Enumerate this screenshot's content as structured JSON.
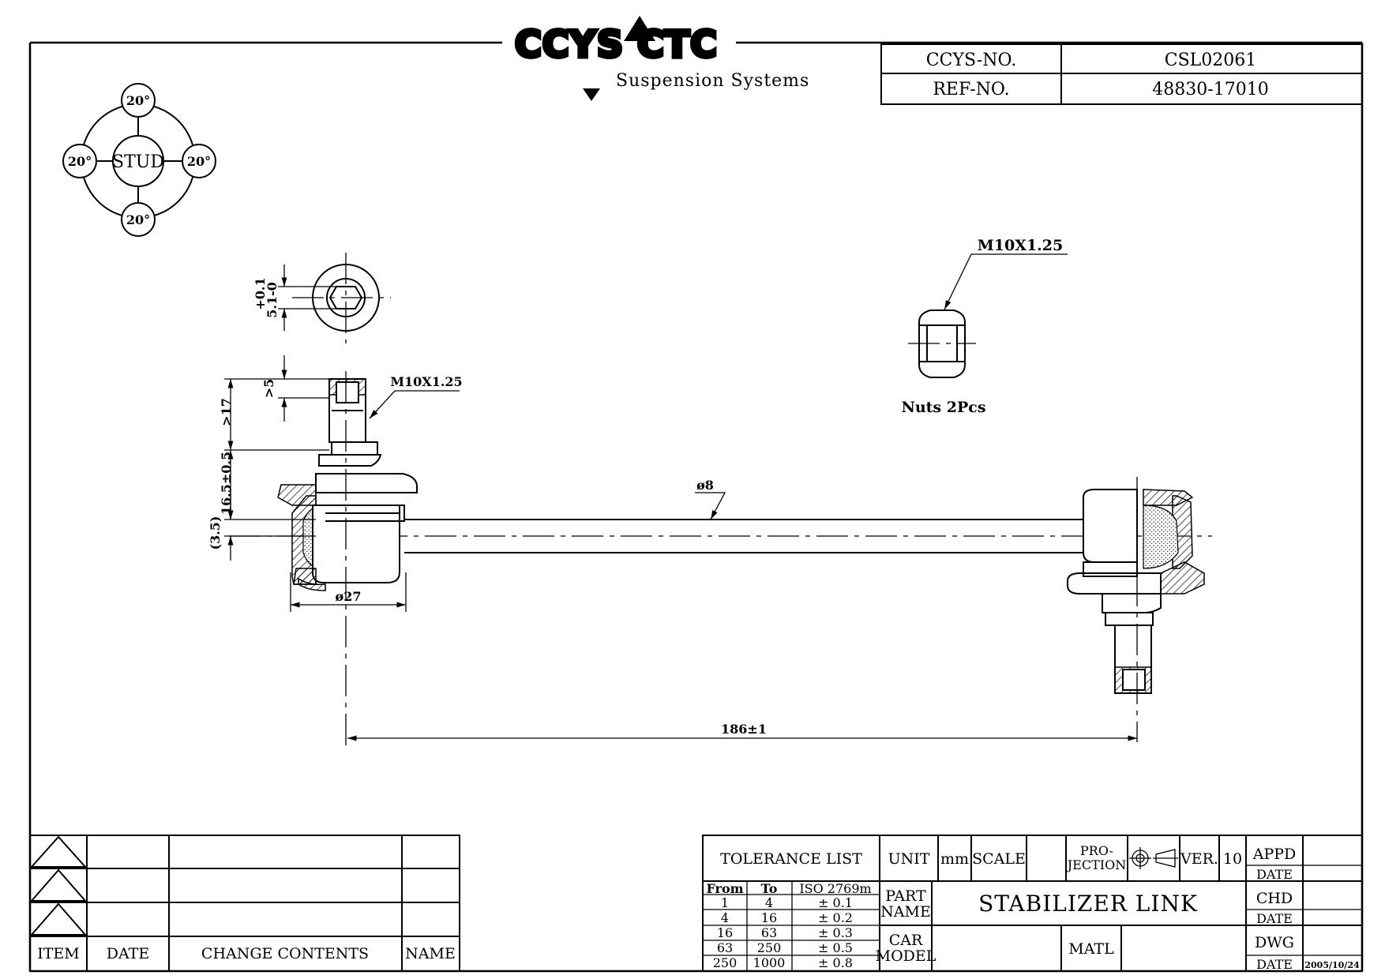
{
  "brand": {
    "logo_text": "CCYS CTC",
    "tagline": "Suspension Systems"
  },
  "header_table": {
    "ccys_no_label": "CCYS-NO.",
    "ccys_no_value": "CSL02061",
    "ref_no_label": "REF-NO.",
    "ref_no_value": "48830-17010"
  },
  "stud_diagram": {
    "center_label": "STUD",
    "angles": [
      "20°",
      "20°",
      "20°",
      "20°"
    ]
  },
  "dimensions": {
    "hex_tolerance_top": "+0.1",
    "hex_tolerance_main": "5.1-0",
    "thread_left": "M10X1.25",
    "thread_nut": "M10X1.25",
    "gt5": ">5",
    "gt17": ">17",
    "height": "16.5±0.5",
    "offset": "(3.5)",
    "rod_dia": "ø8",
    "housing_dia": "ø27",
    "length": "186±1"
  },
  "nuts_label": "Nuts 2Pcs",
  "revision_table": {
    "headers": [
      "ITEM",
      "DATE",
      "CHANGE CONTENTS",
      "NAME"
    ]
  },
  "tolerance_list": {
    "title": "TOLERANCE LIST",
    "headers": [
      "From",
      "To",
      "ISO 2769m"
    ],
    "rows": [
      [
        "1",
        "4",
        "± 0.1"
      ],
      [
        "4",
        "16",
        "± 0.2"
      ],
      [
        "16",
        "63",
        "± 0.3"
      ],
      [
        "63",
        "250",
        "± 0.5"
      ],
      [
        "250",
        "1000",
        "± 0.8"
      ]
    ]
  },
  "title_block": {
    "unit_label": "UNIT",
    "unit_value": "mm",
    "scale_label": "SCALE",
    "scale_value": "",
    "projection_label_1": "PRO-",
    "projection_label_2": "JECTION",
    "ver_label": "VER.",
    "ver_value": "10",
    "part_name_label_1": "PART",
    "part_name_label_2": "NAME",
    "part_name_value": "STABILIZER LINK",
    "car_model_label_1": "CAR",
    "car_model_label_2": "MODEL",
    "car_model_value": "",
    "matl_label": "MATL",
    "matl_value": "",
    "appd_label": "APPD",
    "chd_label": "CHD",
    "dwg_label": "DWG",
    "date_label": "DATE",
    "dwg_date": "2005/10/24"
  }
}
